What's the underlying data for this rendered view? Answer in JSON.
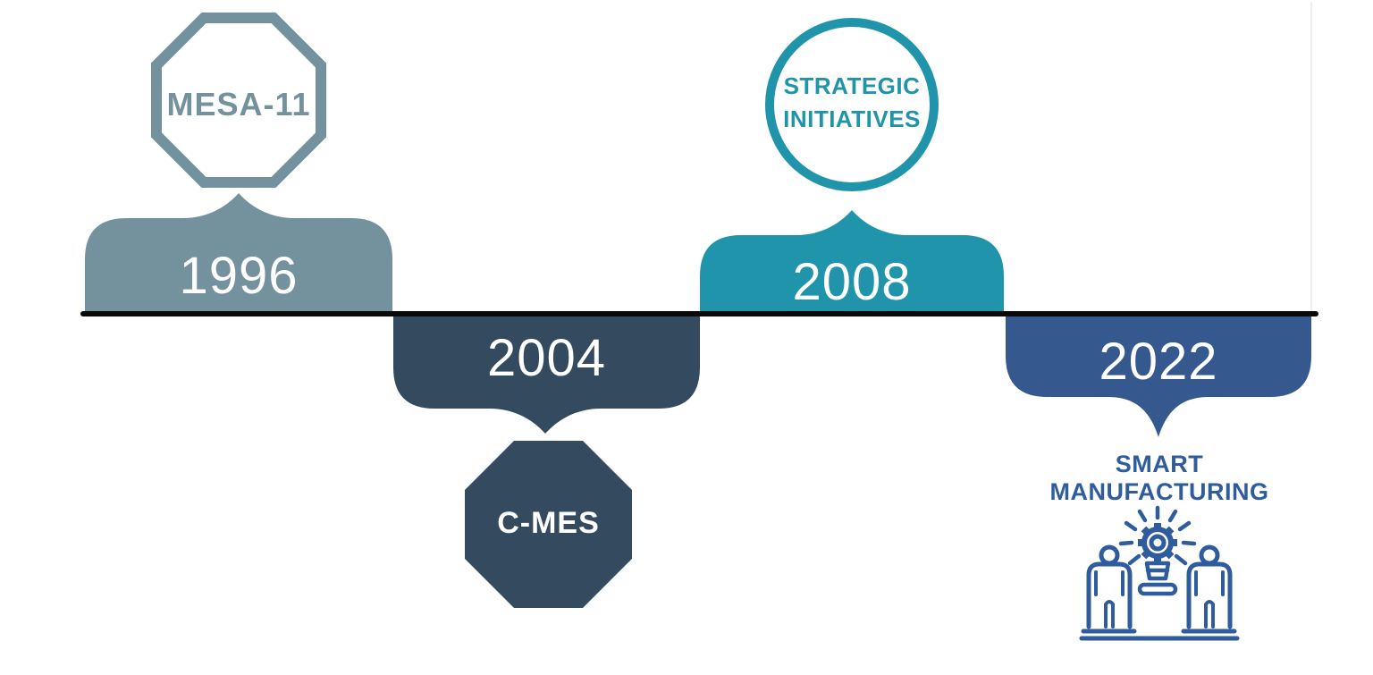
{
  "timeline": {
    "axis_color": "#0a0a0a",
    "events": [
      {
        "year": "1996",
        "marker_label": "MESA-11",
        "marker_shape": "octagon-outline",
        "color": "#74919E",
        "position": "above-line"
      },
      {
        "year": "2004",
        "marker_label": "C-MES",
        "marker_shape": "octagon-filled",
        "color": "#344A5E",
        "position": "below-line"
      },
      {
        "year": "2008",
        "marker_label_line1": "STRATEGIC",
        "marker_label_line2": "INITIATIVES",
        "marker_shape": "circle-outline",
        "color": "#2094AA",
        "position": "above-line"
      },
      {
        "year": "2022",
        "marker_label_line1": "SMART",
        "marker_label_line2": "MANUFACTURING",
        "marker_shape": "people-gear-icon",
        "color": "#35598E",
        "position": "below-line"
      }
    ]
  }
}
